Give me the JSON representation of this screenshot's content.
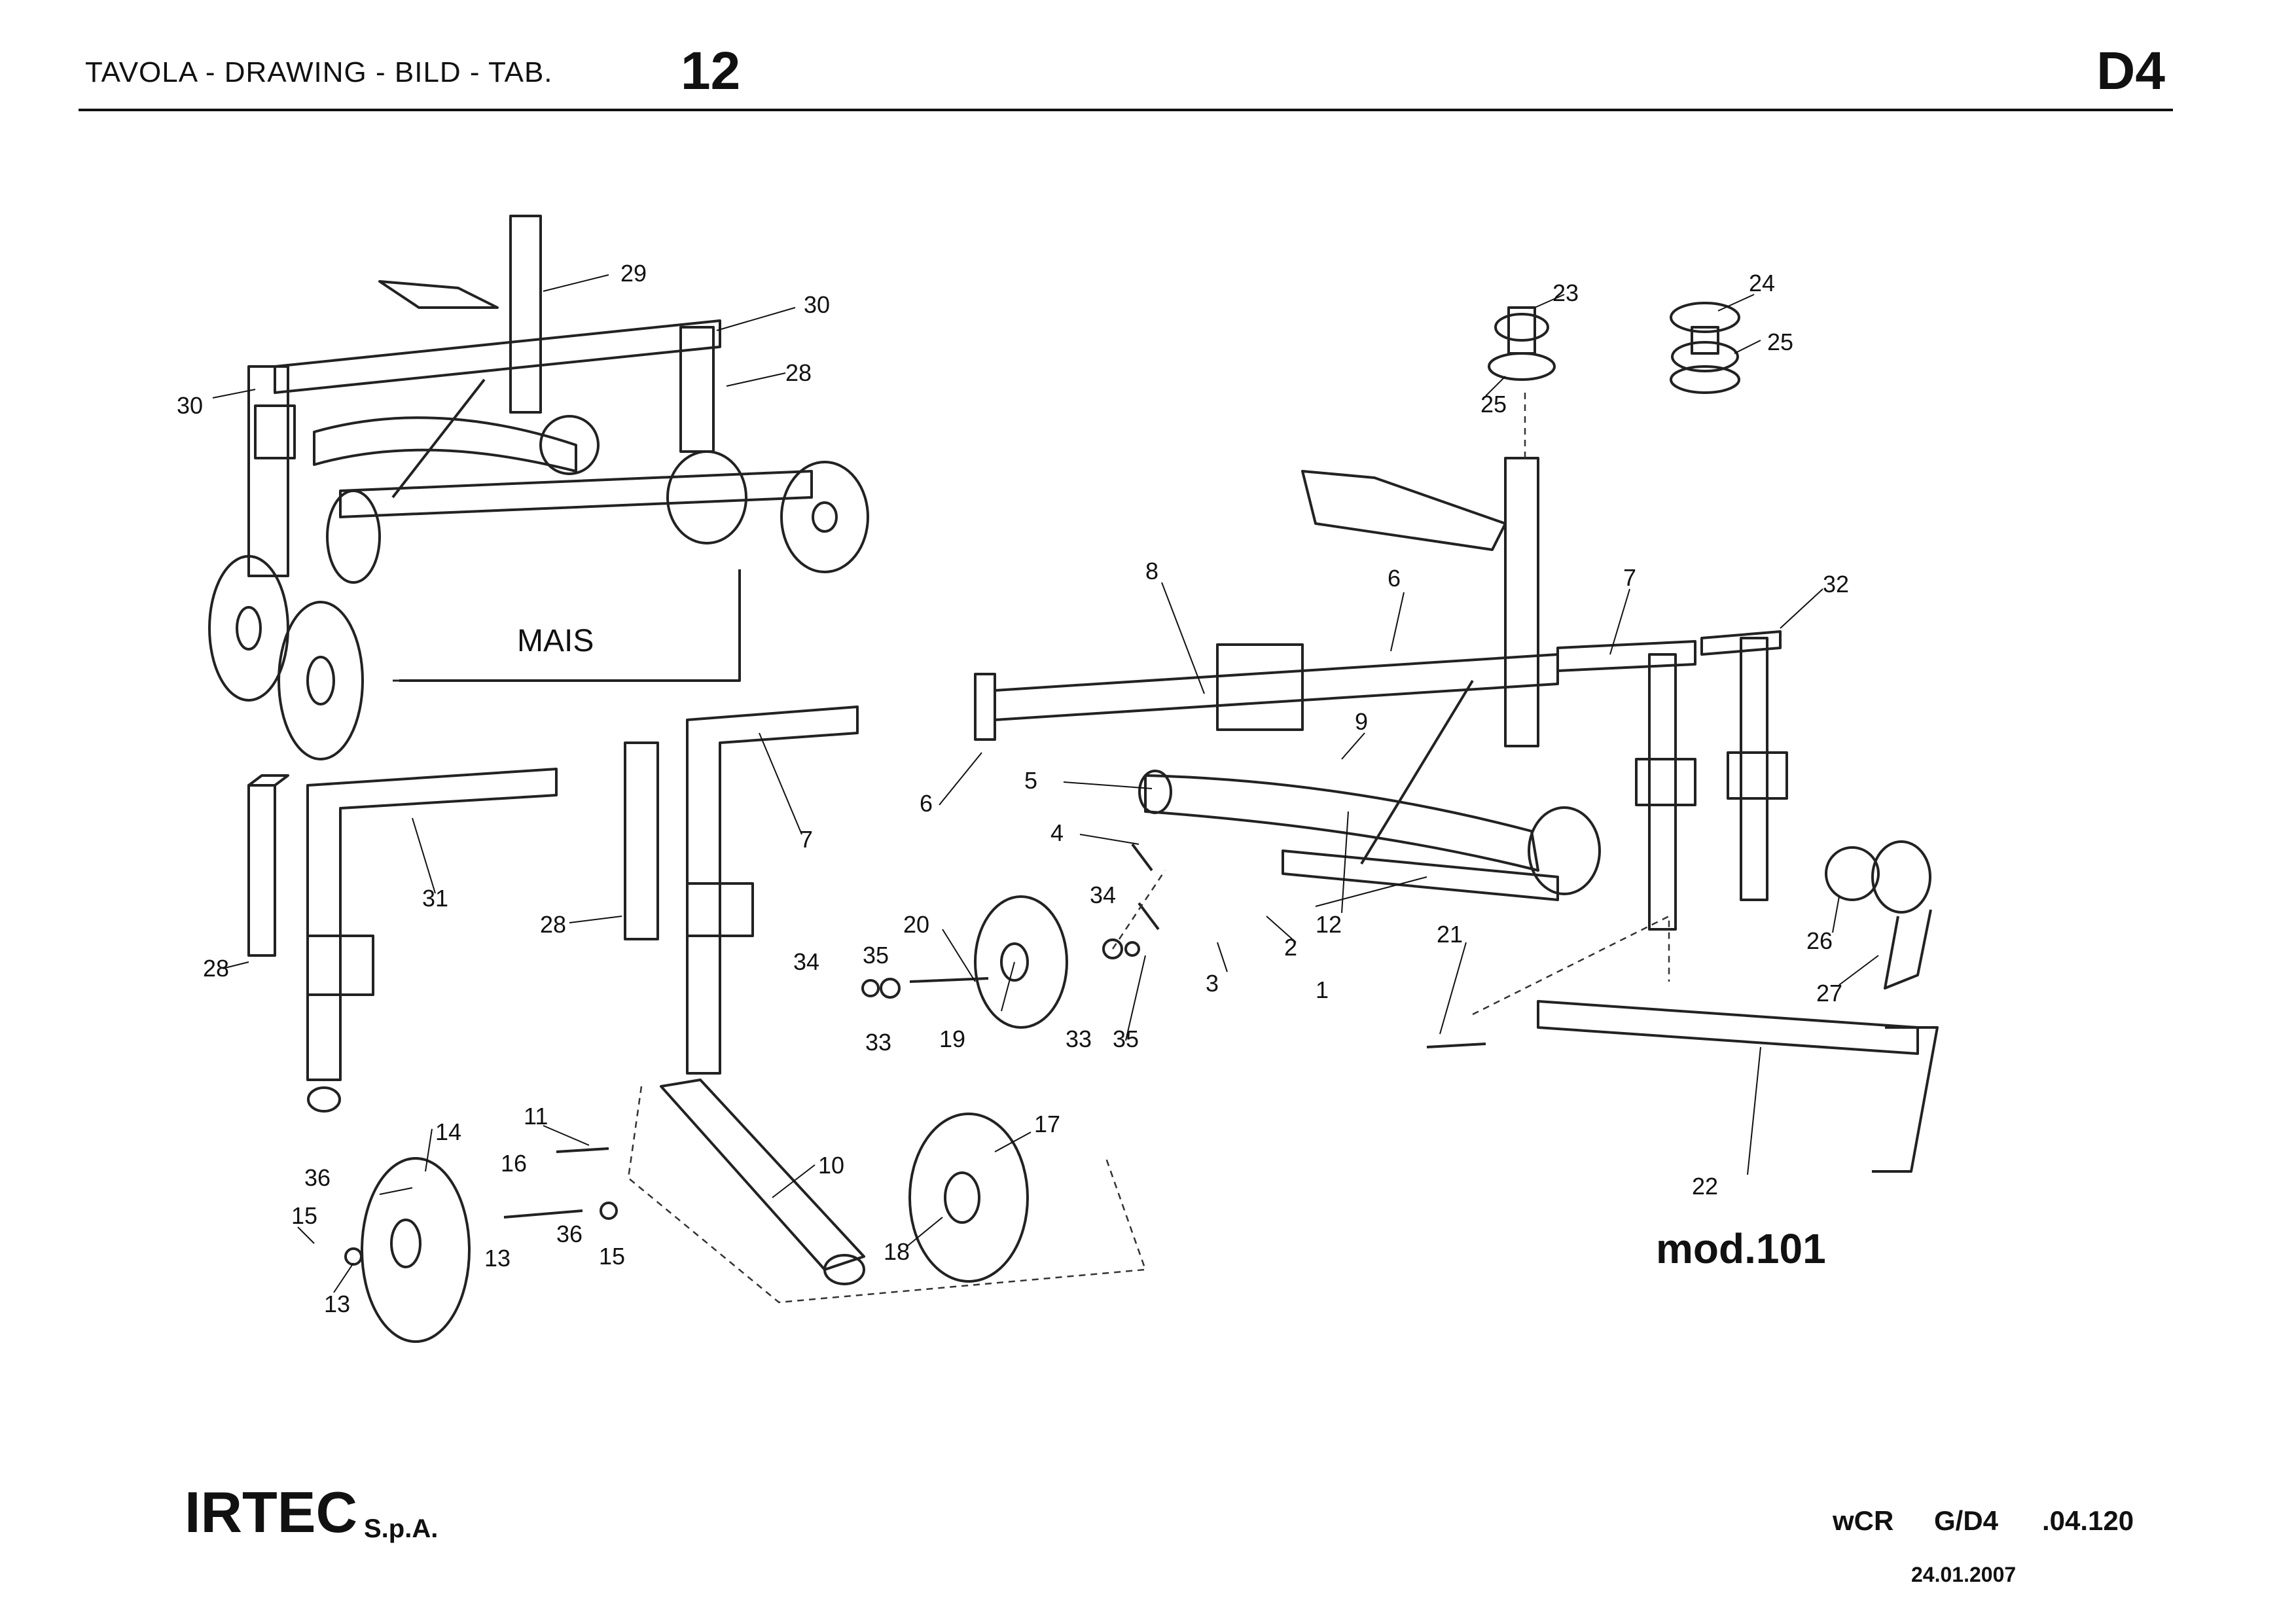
{
  "header": {
    "title": "TAVOLA - DRAWING - BILD - TAB.",
    "table_number": "12",
    "section": "D4"
  },
  "drawing": {
    "inset_label": "MAIS",
    "model_label": "mod.101",
    "part_numbers": [
      "1",
      "2",
      "3",
      "4",
      "5",
      "6",
      "6",
      "7",
      "7",
      "8",
      "9",
      "10",
      "11",
      "12",
      "13",
      "13",
      "14",
      "15",
      "15",
      "16",
      "17",
      "18",
      "19",
      "20",
      "21",
      "22",
      "23",
      "24",
      "25",
      "25",
      "26",
      "27",
      "28",
      "28",
      "28",
      "29",
      "30",
      "30",
      "31",
      "32",
      "33",
      "33",
      "34",
      "34",
      "35",
      "35",
      "36",
      "36"
    ]
  },
  "footer": {
    "company": "IRTEC",
    "company_suffix": "S.p.A.",
    "code_a": "wCR",
    "code_b": "G/D4",
    "code_c": ".04.120",
    "date": "24.01.2007"
  }
}
